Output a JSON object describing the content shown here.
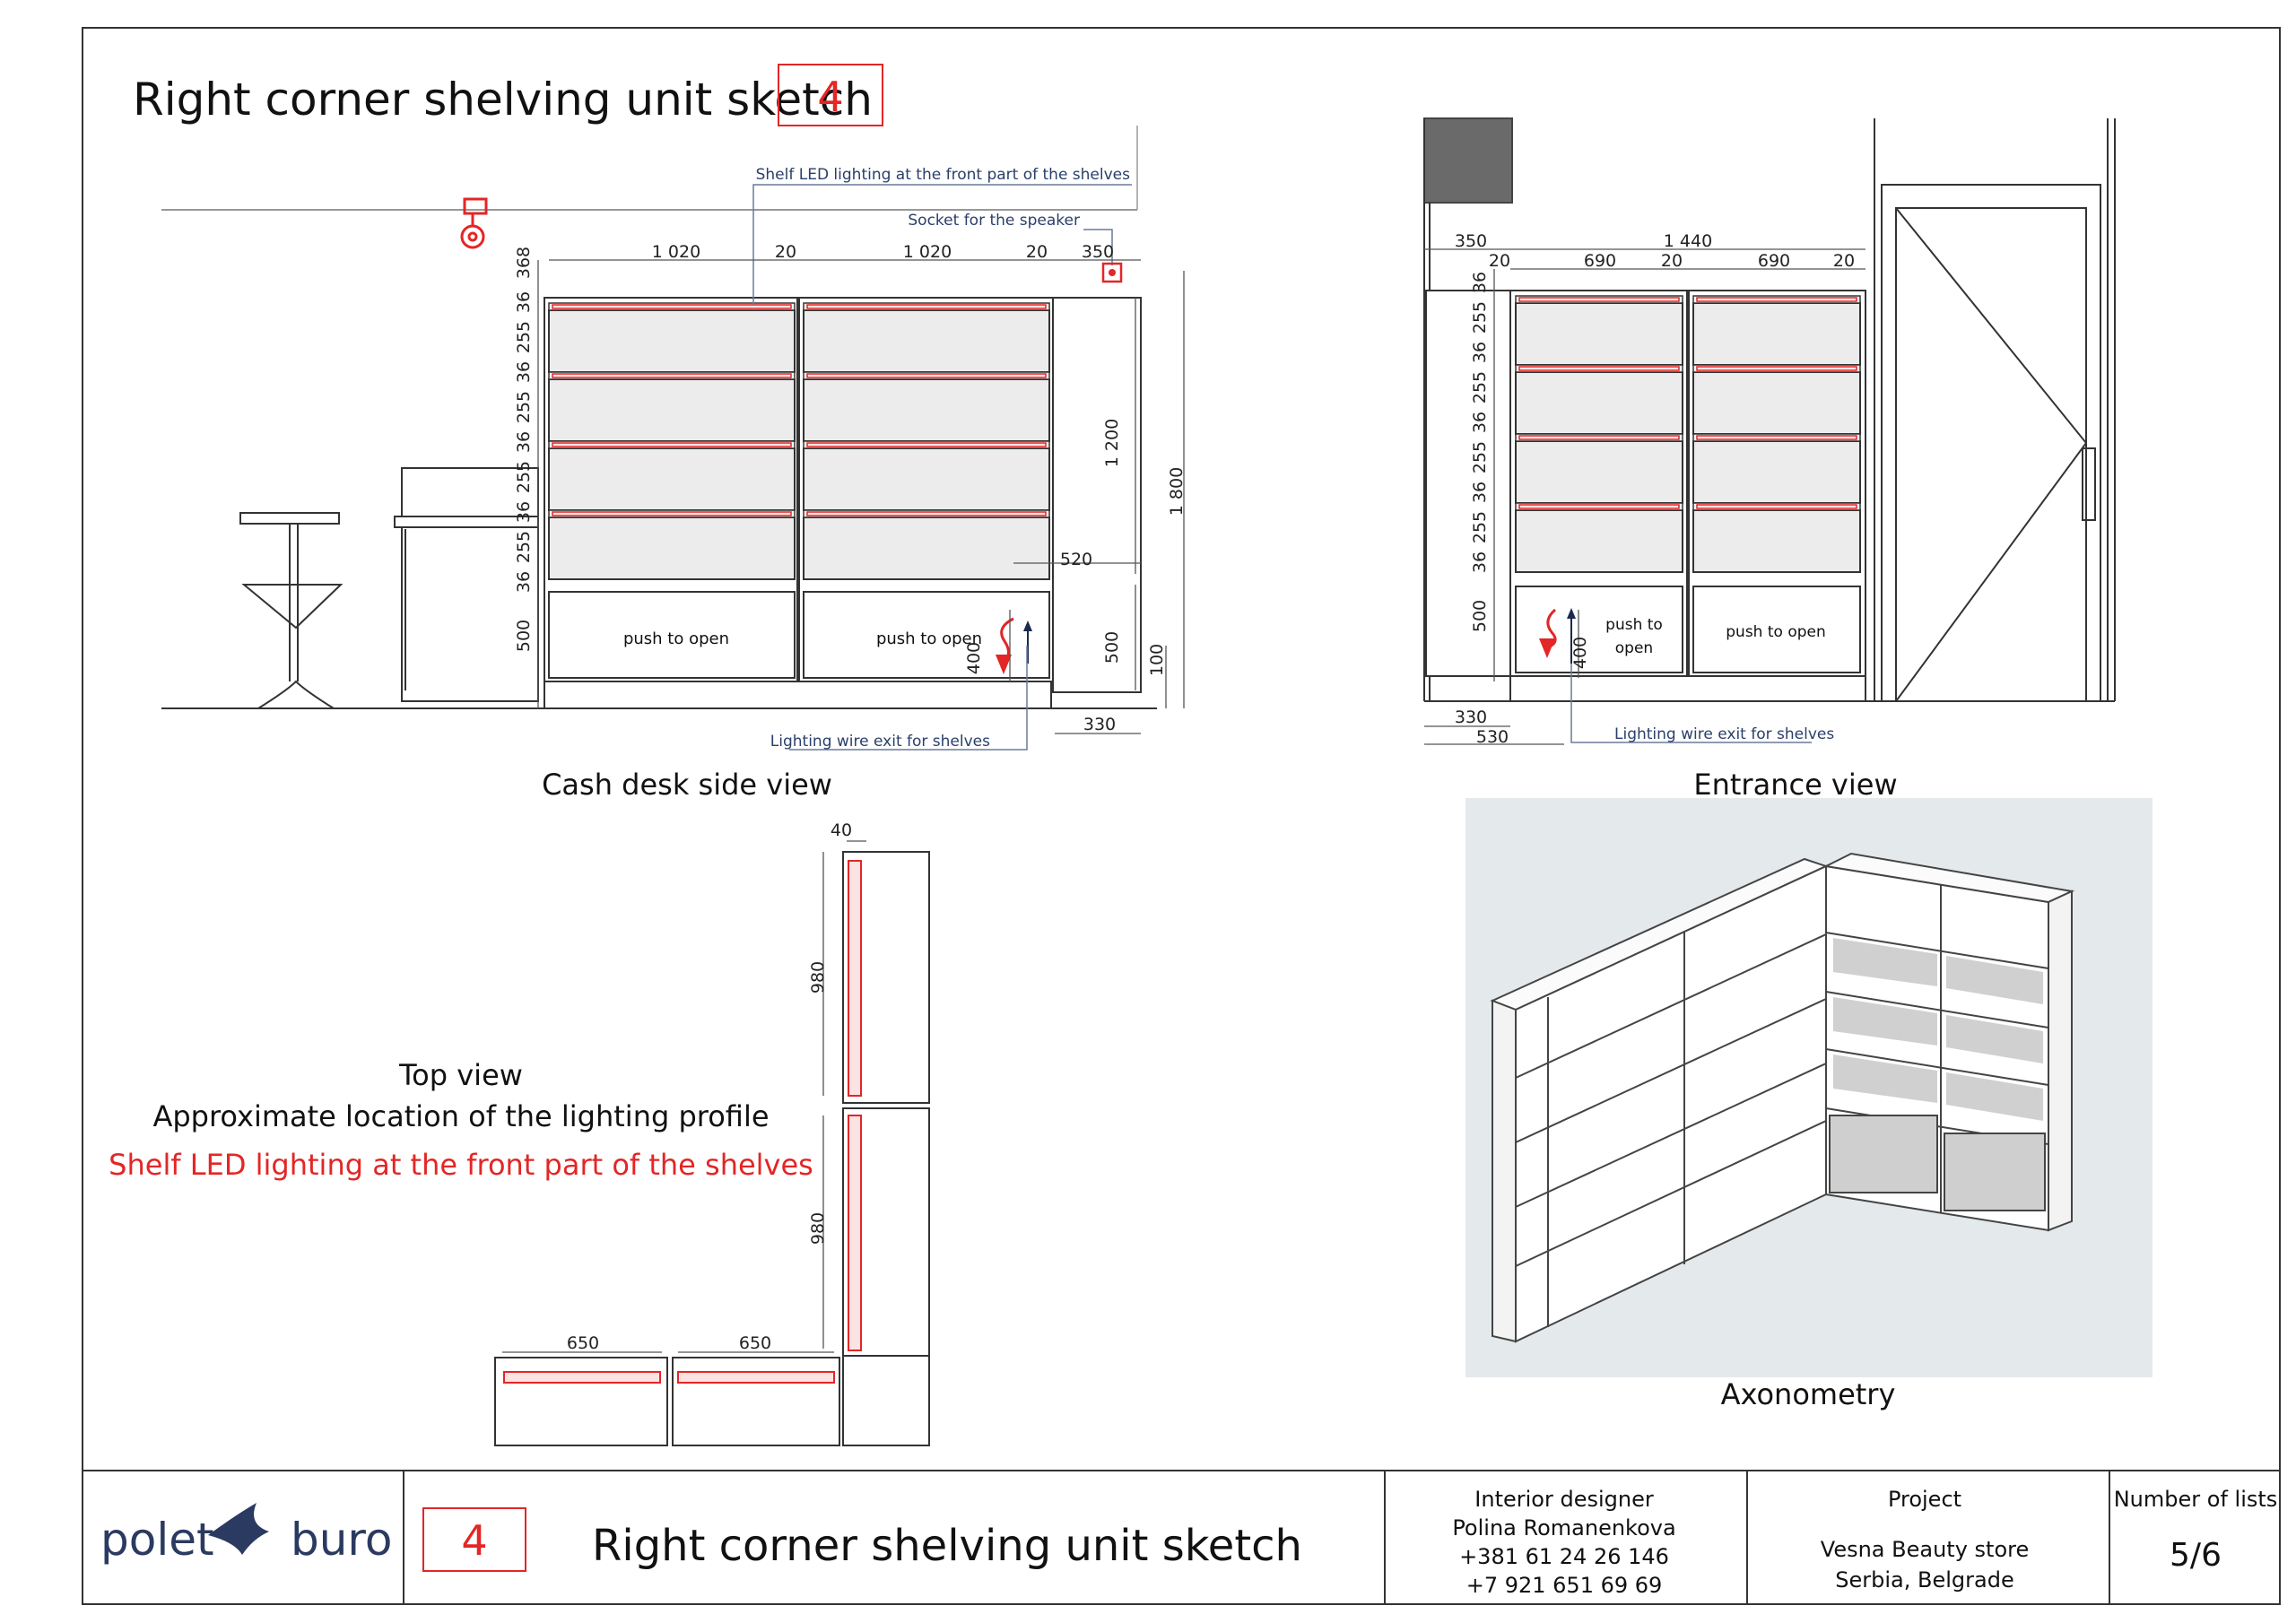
{
  "sheet": {
    "title": "Right corner shelving unit sketch",
    "number": "4"
  },
  "cash_desk_view": {
    "caption": "Cash desk side view",
    "note_led": "Shelf LED lighting at the front part of the shelves",
    "note_socket": "Socket for the speaker",
    "note_wire": "Lighting wire exit for shelves",
    "push_label": "push to open",
    "dims_top": [
      "1 020",
      "20",
      "1 020",
      "20",
      "350"
    ],
    "dims_left": [
      "368",
      "36",
      "255",
      "36",
      "255",
      "36",
      "255",
      "36",
      "255",
      "36",
      "500"
    ],
    "dim_1200": "1 200",
    "dim_1800": "1 800",
    "dim_520": "520",
    "dim_500": "500",
    "dim_400": "400",
    "dim_100": "100",
    "dim_330": "330"
  },
  "entrance_view": {
    "caption": "Entrance view",
    "note_wire": "Lighting wire exit for shelves",
    "push_left_1": "push to",
    "push_left_2": "open",
    "push_right": "push to open",
    "dims_top": [
      "350",
      "1 440",
      "20",
      "690",
      "20",
      "690",
      "20"
    ],
    "dims_left": [
      "36",
      "255",
      "36",
      "255",
      "36",
      "255",
      "36",
      "255",
      "36",
      "500"
    ],
    "dim_400": "400",
    "dim_330": "330",
    "dim_530": "530"
  },
  "top_view": {
    "caption_1": "Top view",
    "caption_2": "Approximate location of the lighting profile",
    "caption_3": "Shelf LED lighting at the front part of the shelves",
    "dim_40": "40",
    "dim_980_a": "980",
    "dim_980_b": "980",
    "dim_650_a": "650",
    "dim_650_b": "650"
  },
  "axonometry": {
    "caption": "Axonometry"
  },
  "title_block": {
    "logo_left": "polet",
    "logo_right": "buro",
    "number": "4",
    "title": "Right corner shelving unit sketch",
    "designer_label": "Interior designer",
    "designer_name": "Polina Romanenkova",
    "phone_1": "+381 61 24 26 146",
    "phone_2": "+7 921 651 69 69",
    "project_label": "Project",
    "project_name": "Vesna Beauty store",
    "project_location": "Serbia, Belgrade",
    "lists_label": "Number of lists",
    "lists_value": "5/6"
  },
  "colors": {
    "accent_red": "#e32626",
    "line": "#333333",
    "shelf_fill": "#ececec",
    "annotation_blue": "#2a3f6a",
    "axon_bg": "#e4e9ec"
  }
}
